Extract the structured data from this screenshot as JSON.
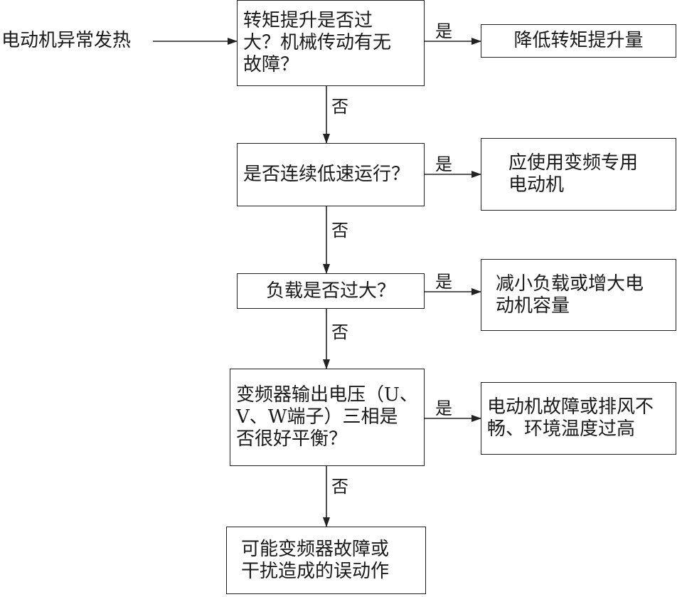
{
  "entry": "电动机异常发热",
  "yes_label": "是",
  "no_label": "否",
  "steps": [
    {
      "question": "转矩提升是否过\n大？机械传动有无\n故障？",
      "action": "降低转矩提升量"
    },
    {
      "question": "是否连续低速运行？",
      "action": "应使用变频专用\n电动机"
    },
    {
      "question": "负载是否过大？",
      "action": "减小负载或增大电\n动机容量"
    },
    {
      "question": "变频器输出电压（U、\nV、W端子）三相是\n否很好平衡？",
      "action": "电动机故障或排风不\n畅、环境温度过高"
    }
  ],
  "final": "可能变频器故障或\n干扰造成的误动作"
}
